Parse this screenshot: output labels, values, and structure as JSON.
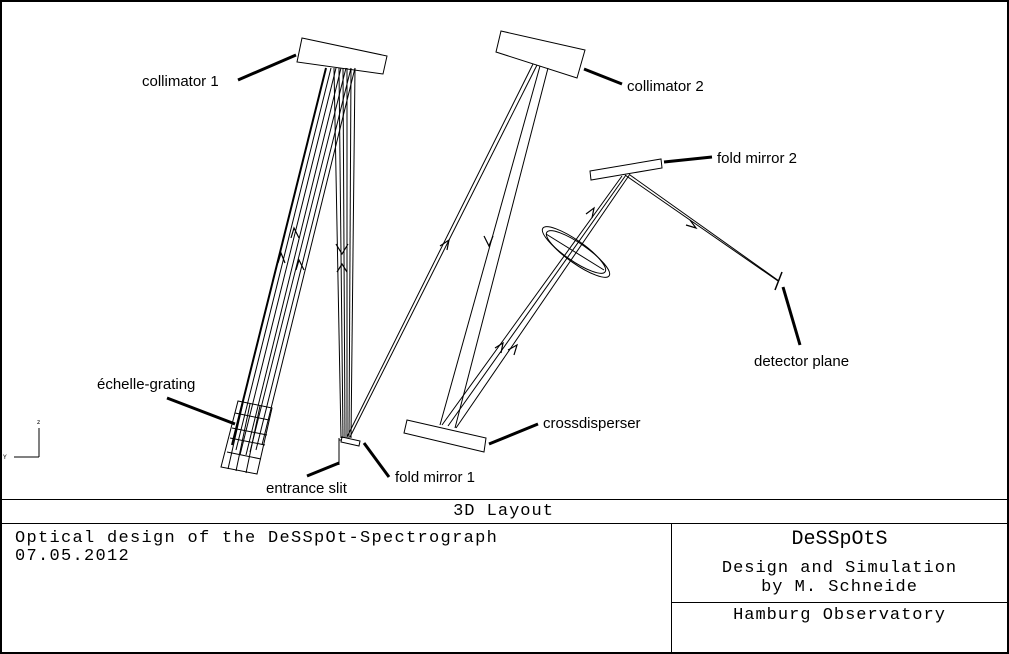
{
  "labels": {
    "collimator_1": "collimator 1",
    "collimator_2": "collimator 2",
    "fold_mirror_2": "fold mirror 2",
    "detector_plane": "detector plane",
    "echelle_grating": "échelle-grating",
    "crossdisperser": "crossdisperser",
    "fold_mirror_1": "fold mirror 1",
    "entrance_slit": "entrance slit"
  },
  "axes": {
    "z": "z",
    "y": "Y"
  },
  "title_block": {
    "layout_title": "3D Layout",
    "description_line1": "Optical design of the DeSSpOt-Spectrograph",
    "description_line2": "07.05.2012",
    "project_name": "DeSSpOtS",
    "design_line1": "Design and Simulation",
    "design_line2": "by M. Schneide",
    "institution": "Hamburg Observatory"
  }
}
